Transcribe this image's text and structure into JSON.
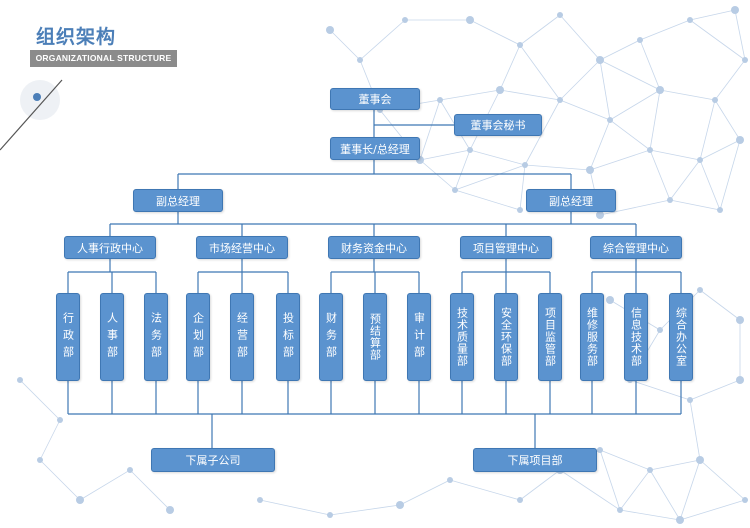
{
  "header": {
    "title": "组织架构",
    "subtitle": "ORGANIZATIONAL STRUCTURE"
  },
  "org": {
    "board": "董事会",
    "board_secretary": "董事会秘书",
    "chairman": "董事长/总经理",
    "vp_left": "副总经理",
    "vp_right": "副总经理",
    "centers": [
      "人事行政中心",
      "市场经营中心",
      "财务资金中心",
      "项目管理中心",
      "综合管理中心"
    ],
    "departments": [
      "行政部",
      "人事部",
      "法务部",
      "企划部",
      "经营部",
      "投标部",
      "财务部",
      "预结算部",
      "审计部",
      "技术质量部",
      "安全环保部",
      "项目监管部",
      "维修服务部",
      "信息技术部",
      "综合办公室"
    ],
    "subsidiary": "下属子公司",
    "project_dept": "下属项目部"
  },
  "colors": {
    "box_fill": "#5b93cf",
    "box_border": "#3f77b3",
    "line": "#3f77b3",
    "title": "#4c7fb8",
    "subtitle_bg": "#8b8b8b"
  }
}
